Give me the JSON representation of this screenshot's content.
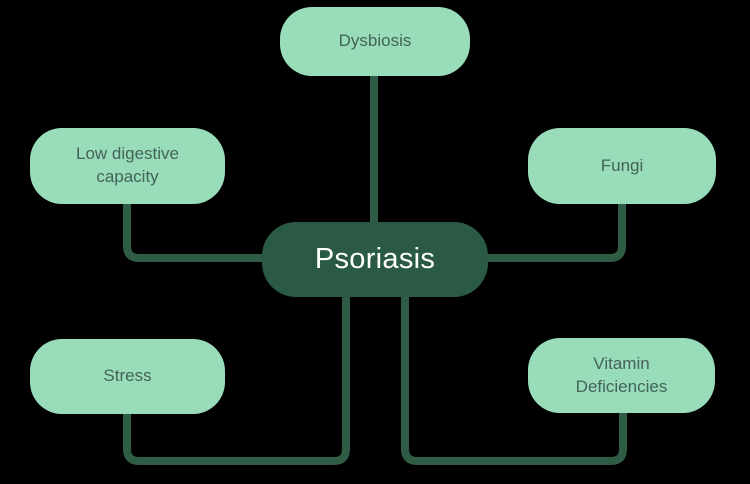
{
  "diagram": {
    "center_node": {
      "id": "psoriasis",
      "label": "Psoriasis"
    },
    "nodes": [
      {
        "id": "dysbiosis",
        "label": "Dysbiosis",
        "position": "top"
      },
      {
        "id": "low-digestive-capacity",
        "label": "Low digestive capacity",
        "position": "middle-left"
      },
      {
        "id": "fungi",
        "label": "Fungi",
        "position": "middle-right"
      },
      {
        "id": "stress",
        "label": "Stress",
        "position": "bottom-left"
      },
      {
        "id": "vitamin-deficiencies",
        "label": "Vitamin Deficiencies",
        "position": "bottom-right"
      }
    ],
    "edges": [
      {
        "from": "dysbiosis",
        "to": "psoriasis"
      },
      {
        "from": "low-digestive-capacity",
        "to": "psoriasis"
      },
      {
        "from": "fungi",
        "to": "psoriasis"
      },
      {
        "from": "stress",
        "to": "psoriasis"
      },
      {
        "from": "vitamin-deficiencies",
        "to": "psoriasis"
      }
    ],
    "colors": {
      "background": "#000000",
      "satellite_fill": "#99dcba",
      "satellite_text": "#44635a",
      "center_fill": "#2b5a44",
      "center_text": "#ffffff",
      "connector": "#2e5c45"
    }
  }
}
